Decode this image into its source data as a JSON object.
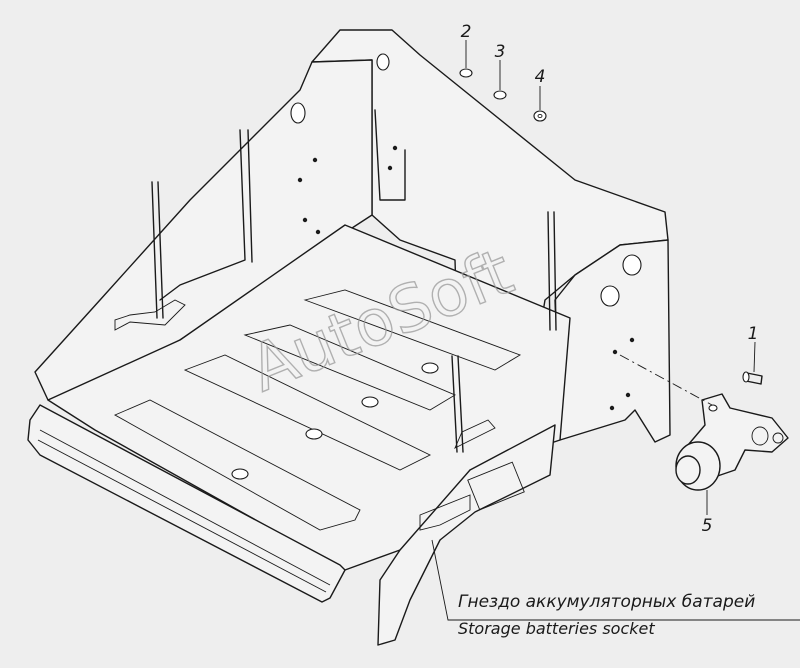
{
  "watermark": "AutoSoft",
  "callouts": {
    "c1": "1",
    "c2": "2",
    "c3": "3",
    "c4": "4",
    "c5": "5"
  },
  "caption": {
    "ru": "Гнездо аккумуляторных батарей",
    "en": "Storage batteries socket"
  },
  "colors": {
    "background": "#eeeeee",
    "line": "#1a1a1a",
    "watermark": "#9a9a9a"
  }
}
